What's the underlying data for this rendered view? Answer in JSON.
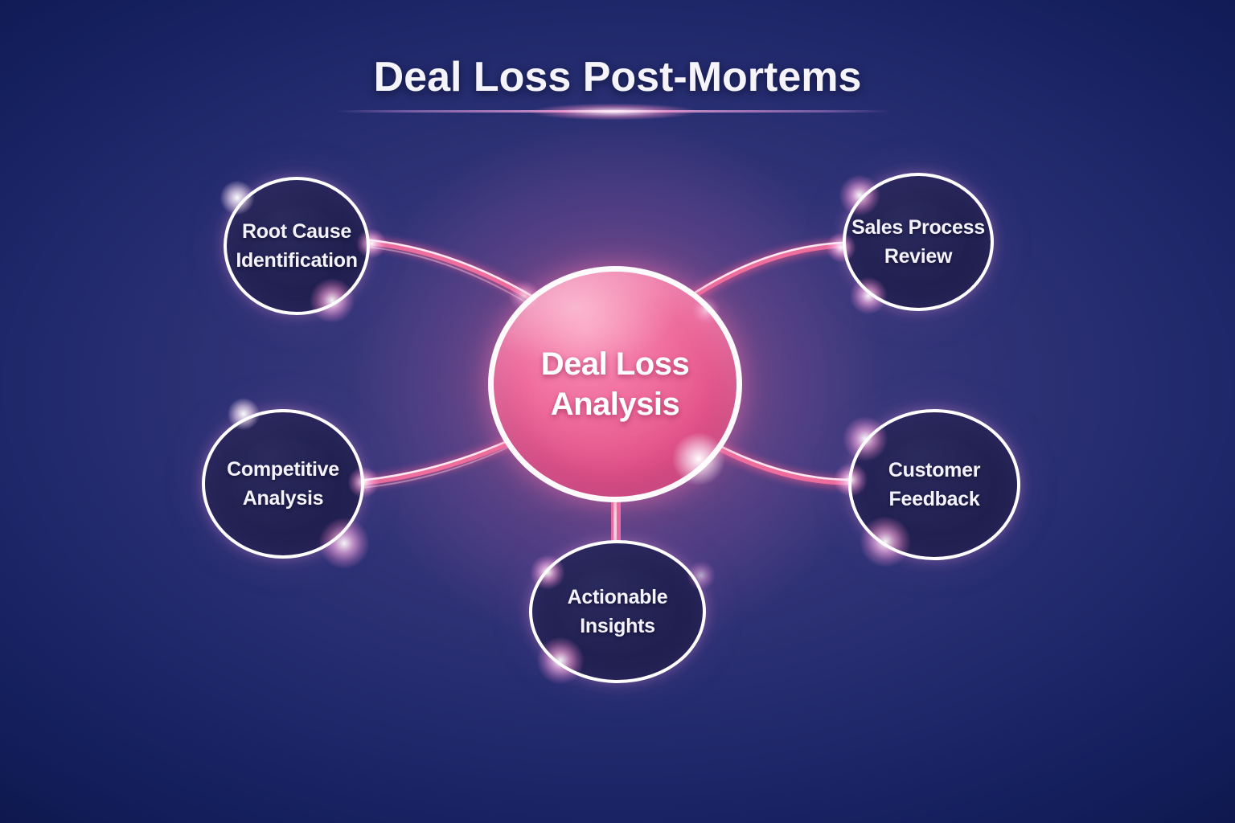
{
  "title": "Deal Loss Post-Mortems",
  "diagram": {
    "type": "hub-and-spoke",
    "hub": {
      "line1": "Deal Loss",
      "line2": "Analysis"
    },
    "nodes": [
      {
        "id": "root-cause-identification",
        "line1": "Root Cause",
        "line2": "Identification",
        "position": "top-left"
      },
      {
        "id": "sales-process-review",
        "line1": "Sales Process",
        "line2": "Review",
        "position": "top-right"
      },
      {
        "id": "competitive-analysis",
        "line1": "Competitive",
        "line2": "Analysis",
        "position": "bottom-left"
      },
      {
        "id": "customer-feedback",
        "line1": "Customer",
        "line2": "Feedback",
        "position": "bottom-right"
      },
      {
        "id": "actionable-insights",
        "line1": "Actionable",
        "line2": "Insights",
        "position": "bottom-center"
      }
    ],
    "colors": {
      "background_navy": "#101850",
      "background_purple_haze": "#46407f",
      "hub_pink": "#ec5e8c",
      "connector_pink": "#f2709e",
      "node_navy": "#232253",
      "ring_white": "#ffffff",
      "title_text": "#f6f4fb"
    }
  }
}
